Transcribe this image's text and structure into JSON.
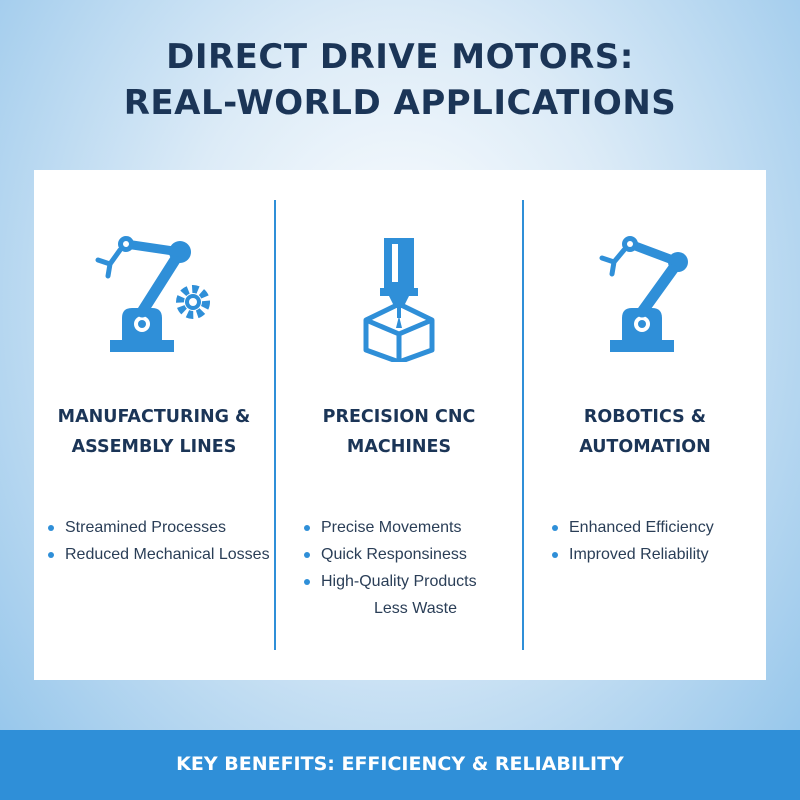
{
  "title": {
    "line1": "DIRECT DRIVE MOTORS:",
    "line2": "REAL-WORLD APPLICATIONS"
  },
  "columns": [
    {
      "icon": "robot-arm-gear-icon",
      "heading_line1": "MANUFACTURING &",
      "heading_line2": "ASSEMBLY LINES",
      "bullets": [
        "Streamined Processes",
        "Reduced Mechanical Losses"
      ]
    },
    {
      "icon": "cnc-machine-icon",
      "heading_line1": "PRECISION CNC",
      "heading_line2": "MACHINES",
      "bullets": [
        "Precise Movements",
        "Quick Responsiness",
        "High-Quality Products",
        "Less Waste"
      ]
    },
    {
      "icon": "robot-arm-icon",
      "heading_line1": "ROBOTICS &",
      "heading_line2": "AUTOMATION",
      "bullets": [
        "Enhanced Efficiency",
        "Improved Reliability"
      ]
    }
  ],
  "banner": {
    "text": "KEY BENEFITS: EFFICIENCY & RELIABILITY"
  },
  "colors": {
    "accent": "#2f8fd8",
    "heading": "#1b3557",
    "banner_bg": "#2f8fd8"
  }
}
